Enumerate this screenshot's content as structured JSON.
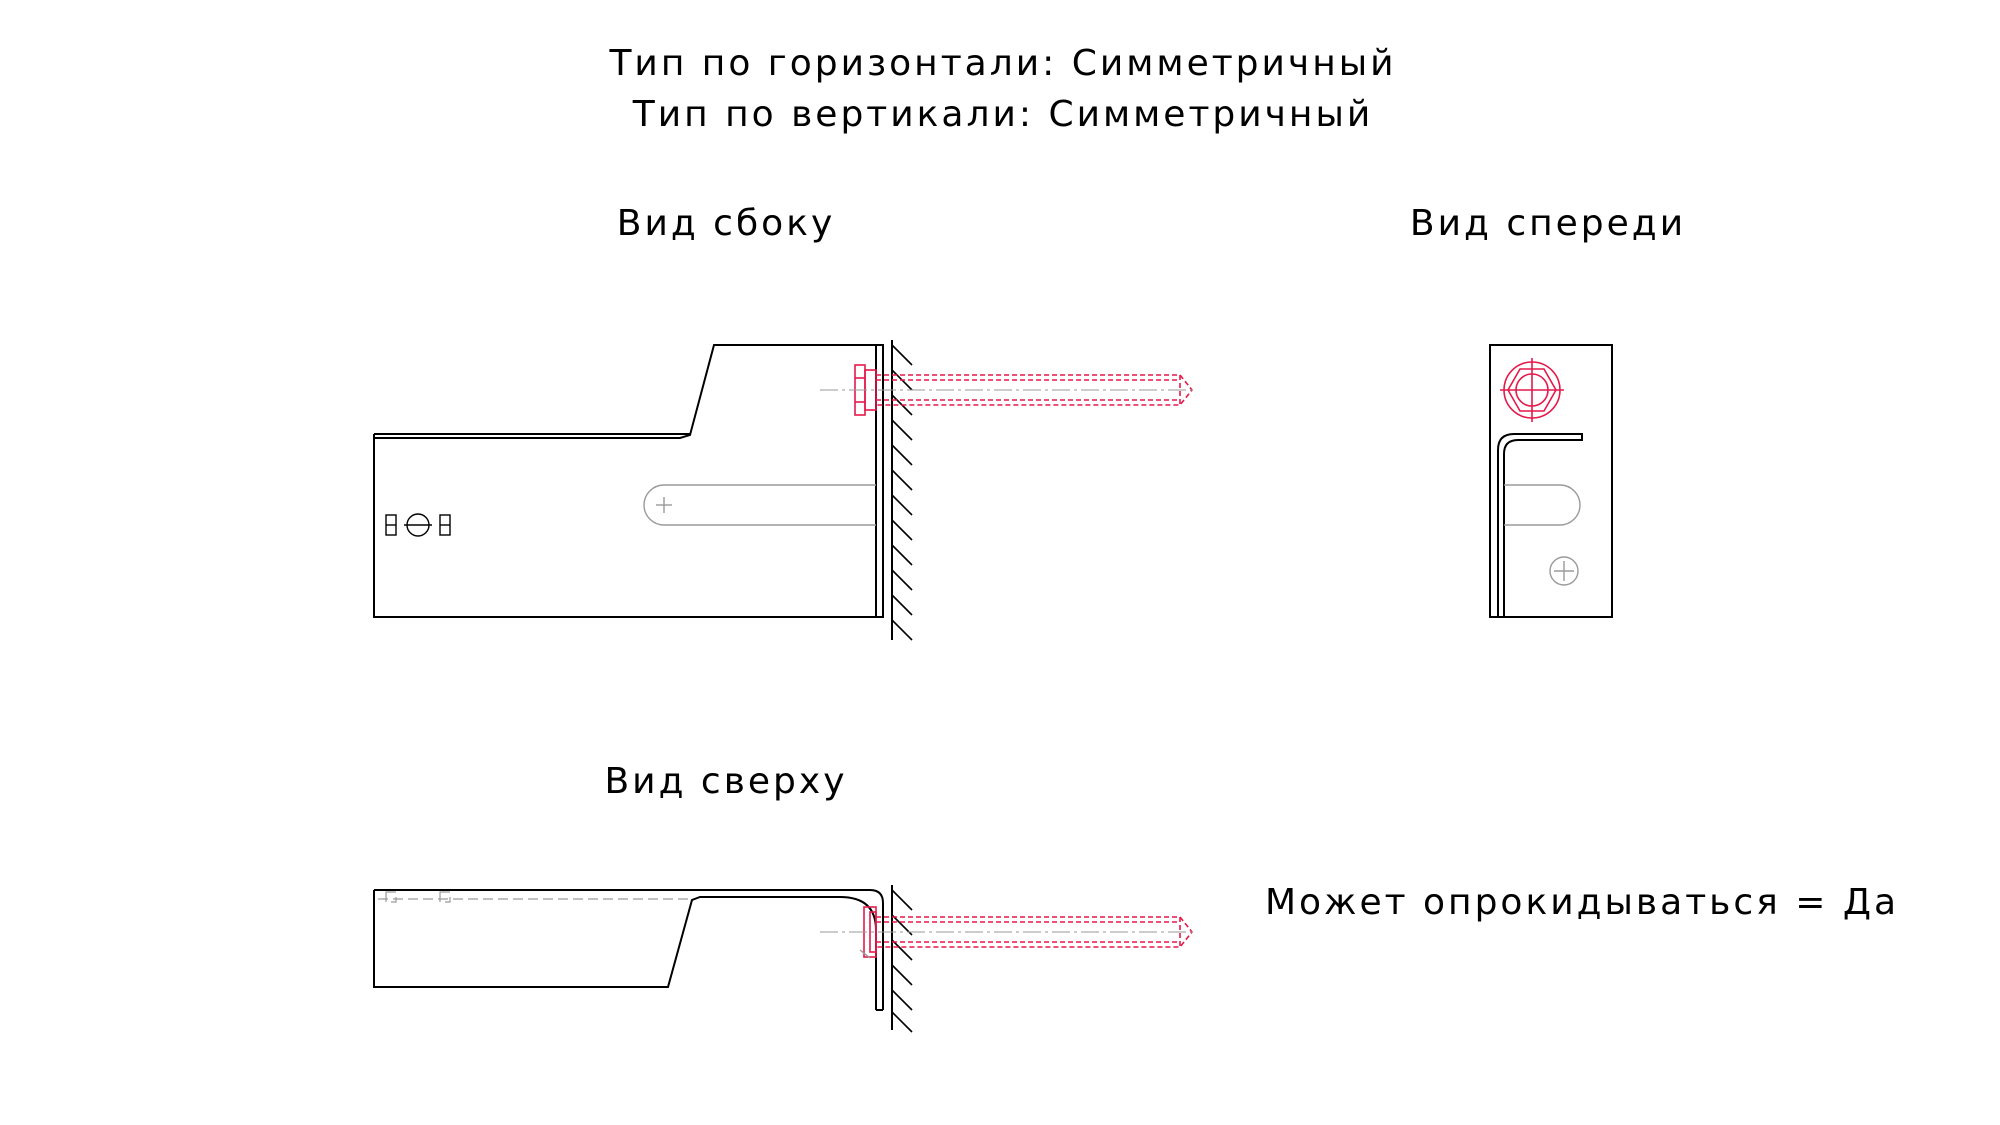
{
  "header": {
    "horizontal_type": "Тип по горизонтали: Симметричный",
    "vertical_type": "Тип по вертикали: Симметричный"
  },
  "views": {
    "side": {
      "label": "Вид сбоку"
    },
    "front": {
      "label": "Вид спереди"
    },
    "top": {
      "label": "Вид сверху"
    }
  },
  "note": {
    "can_tip_over": "Может опрокидываться = Да"
  },
  "colors": {
    "outline": "#000000",
    "hidden": "#9a9a9a",
    "fastener": "#e5194a"
  }
}
